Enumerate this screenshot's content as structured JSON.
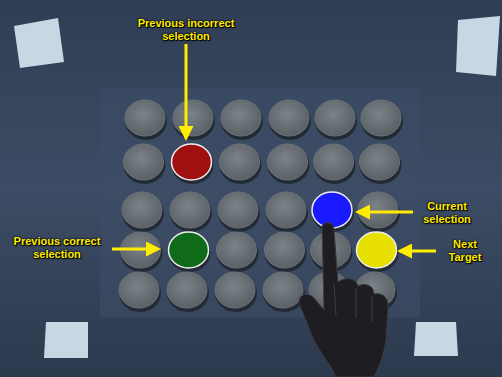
{
  "diagram": {
    "labels": [
      "Previous incorrect selection",
      "Current selection",
      "Previous correct selection",
      "Next Target"
    ]
  }
}
